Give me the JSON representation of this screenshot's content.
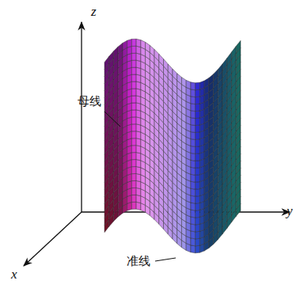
{
  "diagram": {
    "labels": [
      "z",
      "母线",
      "x",
      "准线",
      "y"
    ]
  }
}
